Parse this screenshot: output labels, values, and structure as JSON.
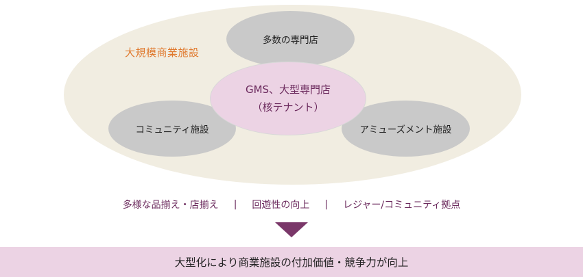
{
  "diagram": {
    "outer_label": "大規模商業施設",
    "bubbles": {
      "top": "多数の専門店",
      "left": "コミュニティ施設",
      "right": "アミューズメント施設"
    },
    "center": {
      "line1": "GMS、大型専門店",
      "line2": "（核テナント）"
    }
  },
  "features": {
    "items": [
      "多様な品揃え・店揃え",
      "回遊性の向上",
      "レジャー/コミュニティ拠点"
    ],
    "separator": "|"
  },
  "conclusion": "大型化により商業施設の付加価値・競争力が向上",
  "colors": {
    "ellipse": "#f1ede1",
    "bubble_gray": "#c9c9c9",
    "center_pink": "#ecd3e4",
    "label_orange": "#e07a2f",
    "accent_purple": "#6b2a5d",
    "arrow": "#7a3769"
  }
}
